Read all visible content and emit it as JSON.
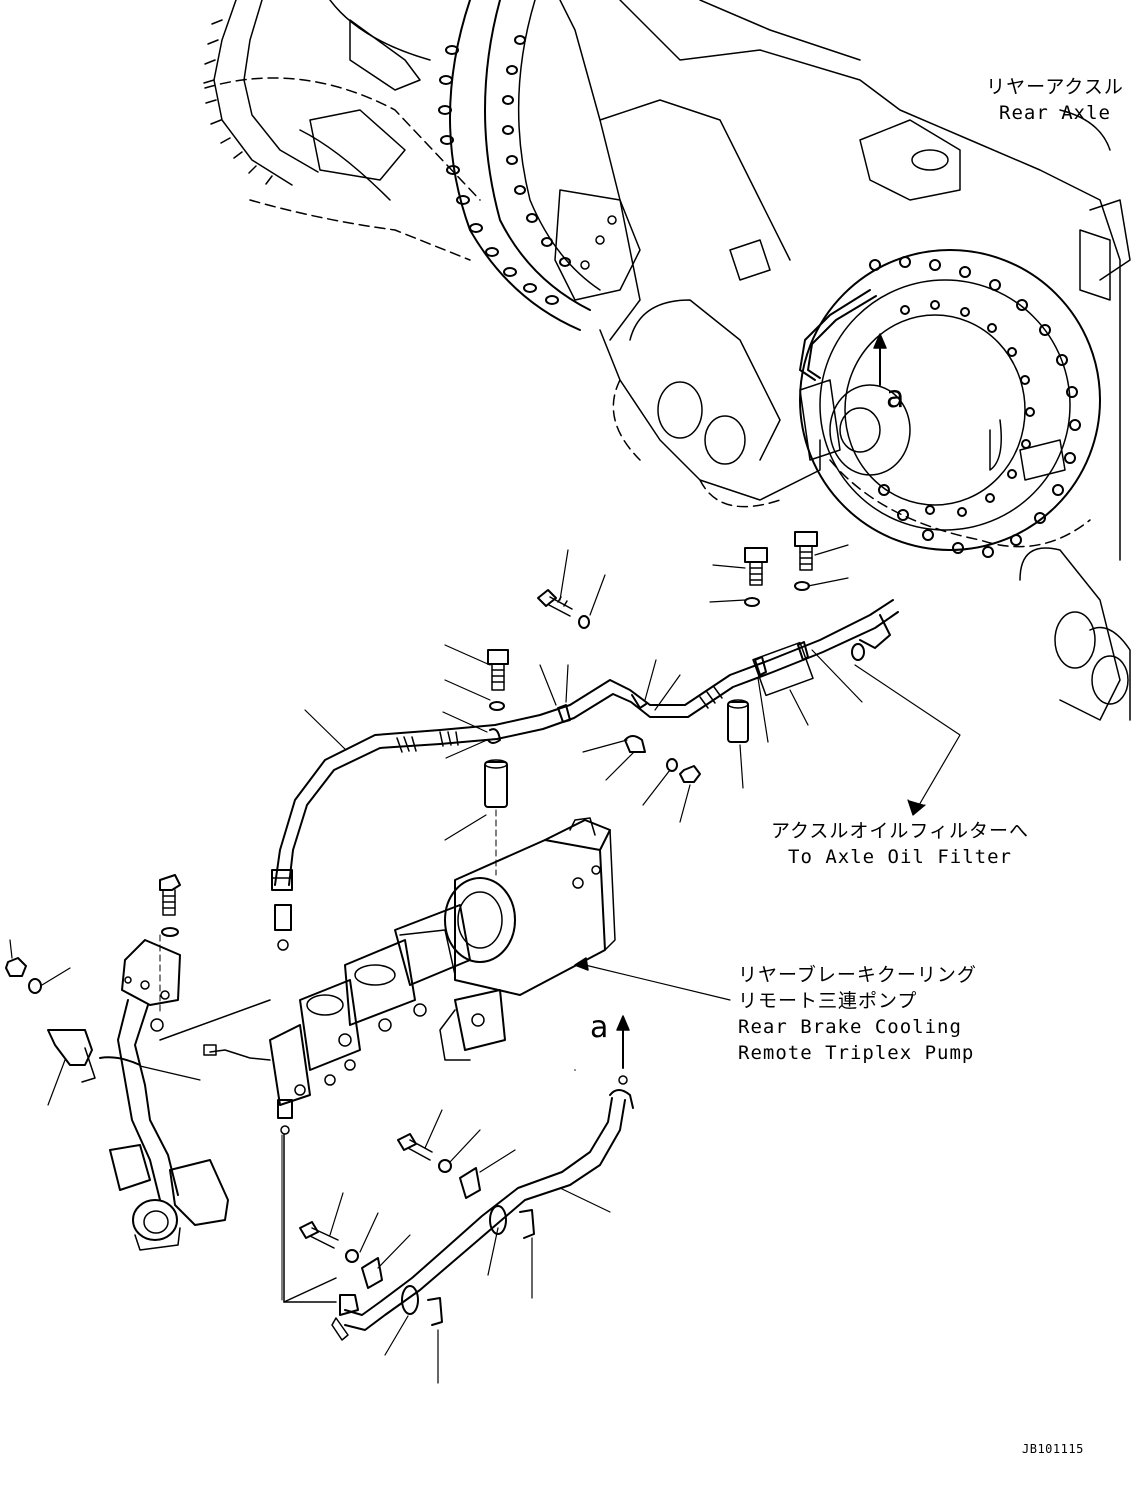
{
  "labels": {
    "rear_axle_jp": "リヤーアクスル",
    "rear_axle_en": "Rear Axle",
    "axle_filter_jp": "アクスルオイルフィルターへ",
    "axle_filter_en": "To Axle Oil Filter",
    "pump_jp_1": "リヤーブレーキクーリング",
    "pump_jp_2": "リモート三連ポンプ",
    "pump_en_1": "Rear Brake Cooling",
    "pump_en_2": "Remote Triplex Pump"
  },
  "refs": {
    "upper": "a",
    "lower": "a"
  },
  "drawing_code": "JB101115",
  "colors": {
    "ink": "#000000",
    "paper": "#ffffff"
  }
}
